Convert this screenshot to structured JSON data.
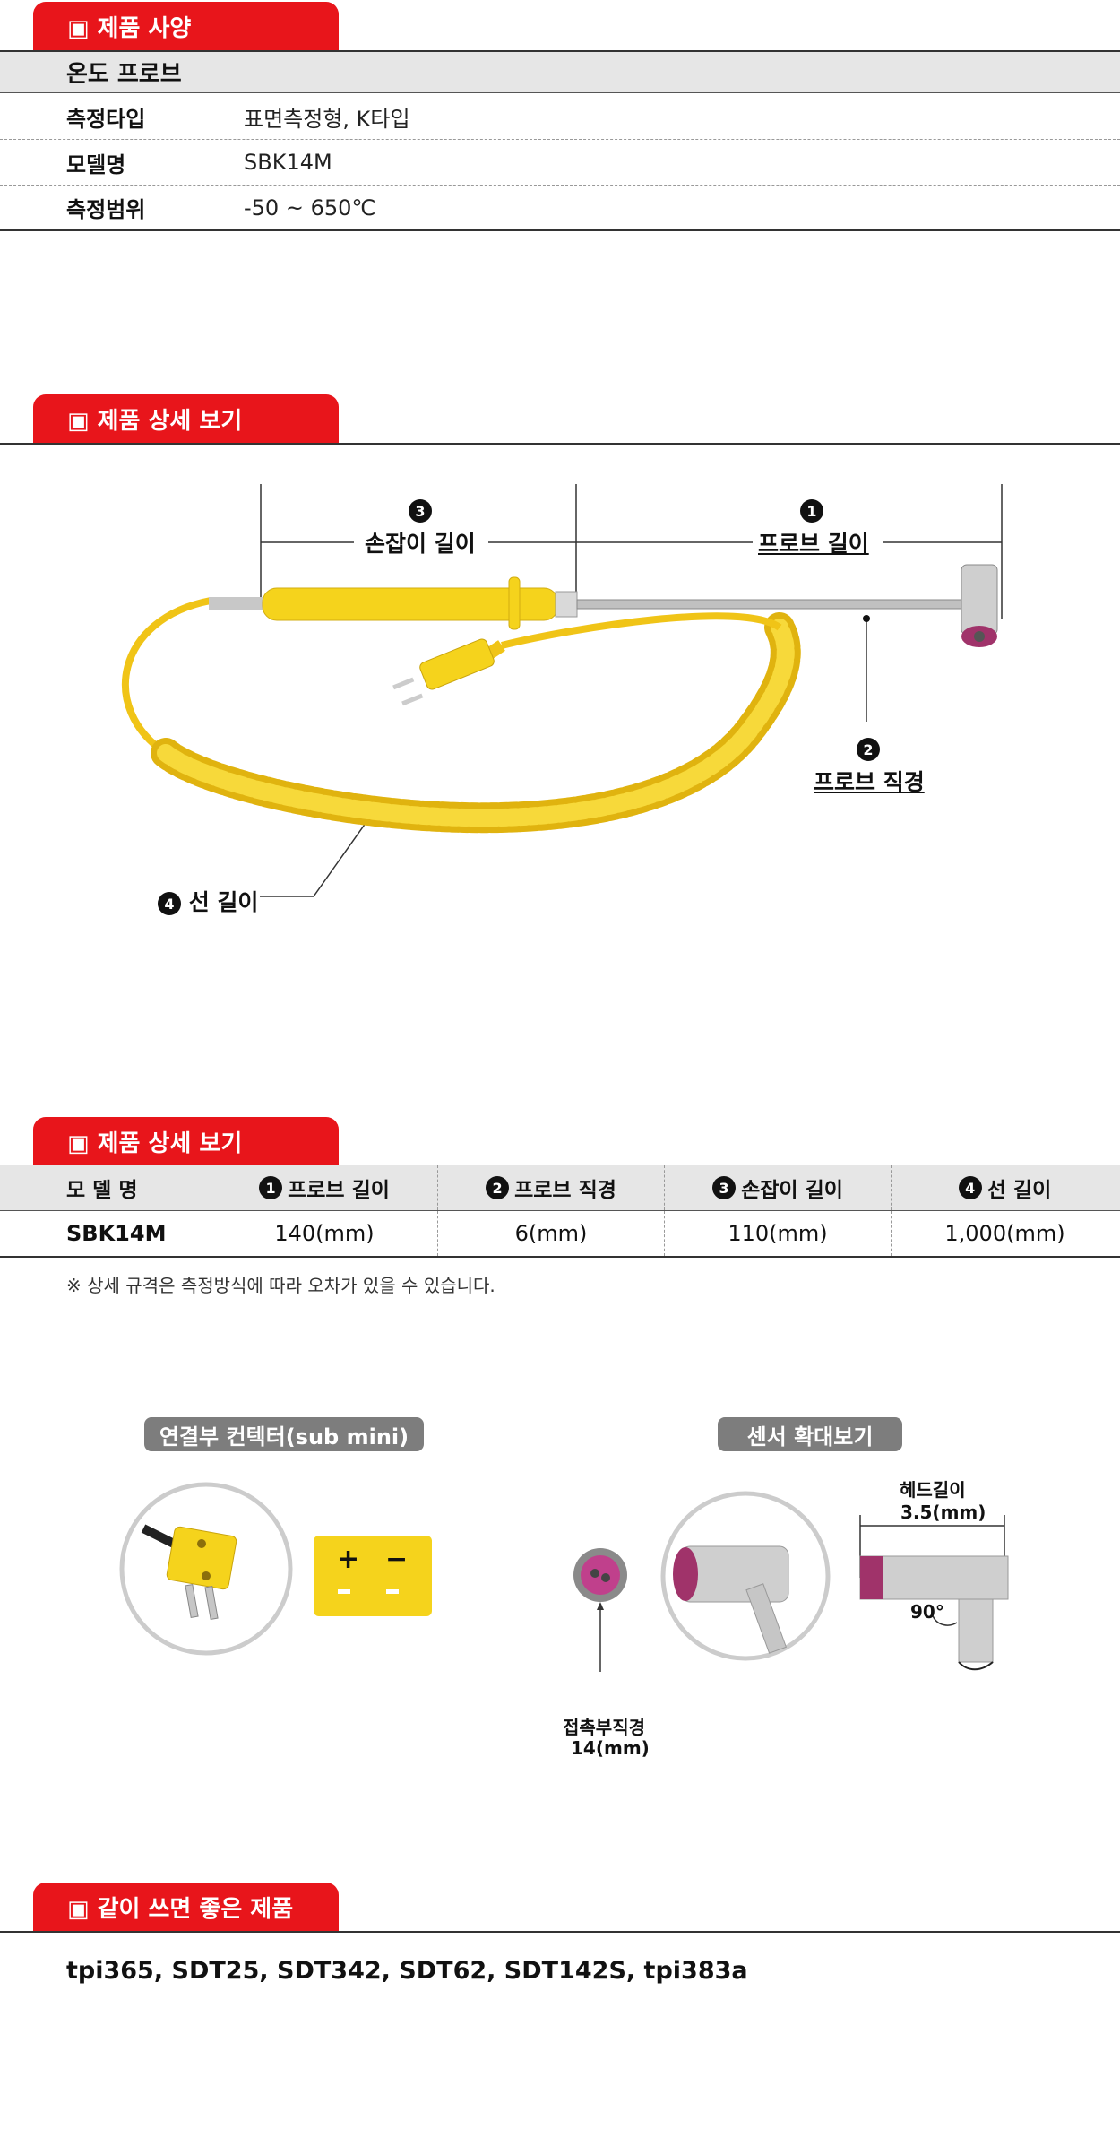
{
  "sections": {
    "spec_title": "▣ 제품 사양",
    "detail_title": "▣ 제품 상세 보기",
    "detail_table_title": "▣ 제품 상세 보기",
    "together_title": "▣ 같이 쓰면 좋은 제품"
  },
  "spec": {
    "product": "온도 프로브",
    "rows": [
      {
        "key": "측정타입",
        "value": "표면측정형, K타입"
      },
      {
        "key": "모델명",
        "value": "SBK14M"
      },
      {
        "key": "측정범위",
        "value": "-50 ~ 650℃"
      }
    ]
  },
  "diagram": {
    "handle_num": "3",
    "handle_label": "손잡이 길이",
    "probe_len_num": "1",
    "probe_len_label": "프로브 길이",
    "probe_dia_num": "2",
    "probe_dia_label": "프로브 직경",
    "cable_num": "4",
    "cable_label": "선 길이"
  },
  "detail_table": {
    "headers": [
      "모 델 명",
      "프로브 길이",
      "프로브 직경",
      "손잡이 길이",
      "선 길이"
    ],
    "header_nums": [
      "1",
      "2",
      "3",
      "4"
    ],
    "row": [
      "SBK14M",
      "140(mm)",
      "6(mm)",
      "110(mm)",
      "1,000(mm)"
    ],
    "note": "※ 상세 규격은 측정방식에 따라 오차가 있을 수 있습니다."
  },
  "connector": {
    "title": "연결부 컨텍터(sub mini)",
    "plus": "+",
    "minus": "−"
  },
  "sensor": {
    "title": "센서 확대보기",
    "head_len_label": "헤드길이",
    "head_len_value": "3.5(mm)",
    "angle": "90°",
    "contact_label": "접촉부직경",
    "contact_value": "14(mm)"
  },
  "together": {
    "products": "tpi365, SDT25, SDT342, SDT62, SDT142S, tpi383a"
  },
  "colors": {
    "accent": "#e8151b",
    "probe_yellow": "#f5d31c",
    "steel": "#bdbdbd",
    "tip": "#a0336a"
  }
}
